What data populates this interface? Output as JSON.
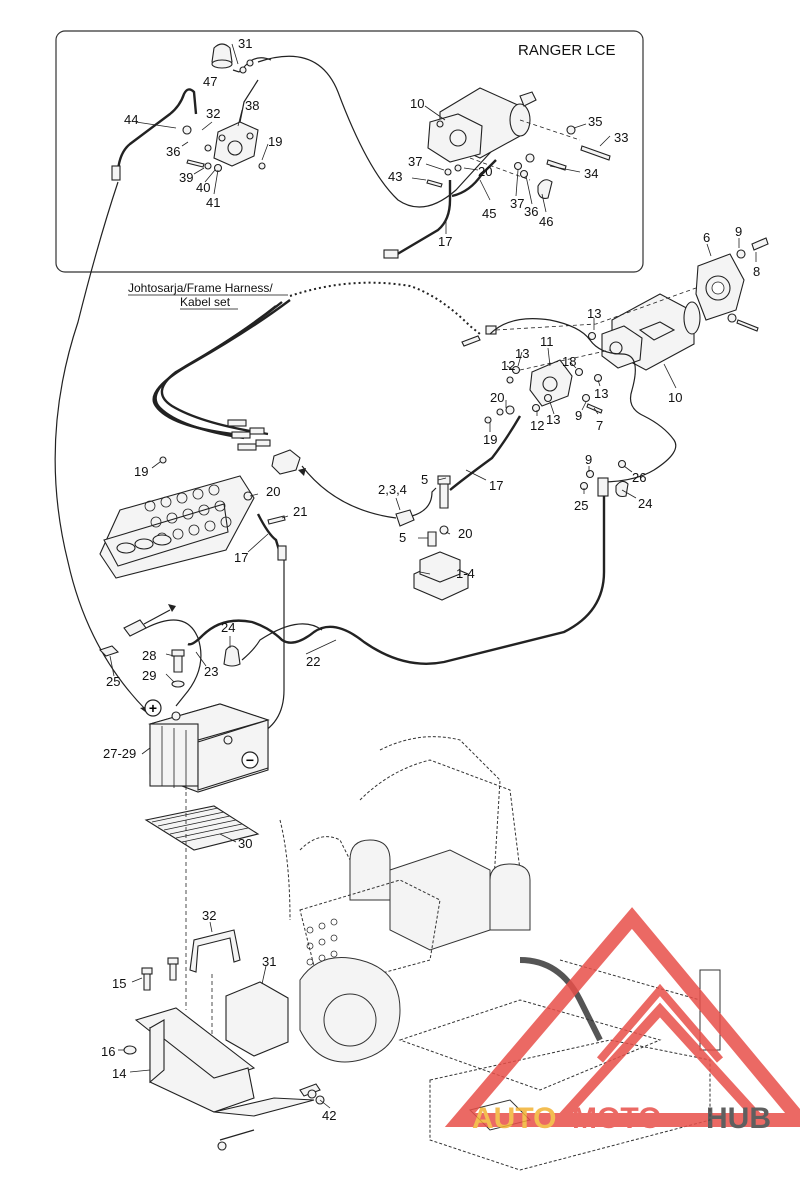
{
  "inset": {
    "title": "RANGER LCE"
  },
  "harness_label": {
    "line1": "Johtosarja/Frame Harness/",
    "line2": "Kabel set"
  },
  "battery_symbols": {
    "plus": "+",
    "minus": "−"
  },
  "watermark": {
    "part1": "AUTO",
    "part2": "MOTO",
    "part3": "HUB",
    "color_red": "#e8504a",
    "color_gold": "#f2b233",
    "color_dark": "#444444"
  },
  "callouts": [
    {
      "id": "c-inset-31",
      "text": "31"
    },
    {
      "id": "c-inset-47",
      "text": "47"
    },
    {
      "id": "c-inset-44",
      "text": "44"
    },
    {
      "id": "c-inset-32",
      "text": "32"
    },
    {
      "id": "c-inset-38",
      "text": "38"
    },
    {
      "id": "c-inset-36a",
      "text": "36"
    },
    {
      "id": "c-inset-19",
      "text": "19"
    },
    {
      "id": "c-inset-39",
      "text": "39"
    },
    {
      "id": "c-inset-40",
      "text": "40"
    },
    {
      "id": "c-inset-41",
      "text": "41"
    },
    {
      "id": "c-inset-10",
      "text": "10"
    },
    {
      "id": "c-inset-35",
      "text": "35"
    },
    {
      "id": "c-inset-33",
      "text": "33"
    },
    {
      "id": "c-inset-37a",
      "text": "37"
    },
    {
      "id": "c-inset-20",
      "text": "20"
    },
    {
      "id": "c-inset-43",
      "text": "43"
    },
    {
      "id": "c-inset-34",
      "text": "34"
    },
    {
      "id": "c-inset-37b",
      "text": "37"
    },
    {
      "id": "c-inset-36b",
      "text": "36"
    },
    {
      "id": "c-inset-45",
      "text": "45"
    },
    {
      "id": "c-inset-46",
      "text": "46"
    },
    {
      "id": "c-inset-17",
      "text": "17"
    },
    {
      "id": "c-6",
      "text": "6"
    },
    {
      "id": "c-9a",
      "text": "9"
    },
    {
      "id": "c-8",
      "text": "8"
    },
    {
      "id": "c-13a",
      "text": "13"
    },
    {
      "id": "c-11",
      "text": "11"
    },
    {
      "id": "c-13b",
      "text": "13"
    },
    {
      "id": "c-12a",
      "text": "12"
    },
    {
      "id": "c-18",
      "text": "18"
    },
    {
      "id": "c-13c",
      "text": "13"
    },
    {
      "id": "c-9b",
      "text": "9"
    },
    {
      "id": "c-7a",
      "text": "7"
    },
    {
      "id": "c-10",
      "text": "10"
    },
    {
      "id": "c-20a",
      "text": "20"
    },
    {
      "id": "c-12b",
      "text": "12"
    },
    {
      "id": "c-13d",
      "text": "13"
    },
    {
      "id": "c-9c",
      "text": "9"
    },
    {
      "id": "c-7b",
      "text": "7"
    },
    {
      "id": "c-19a",
      "text": "19"
    },
    {
      "id": "c-9d",
      "text": "9"
    },
    {
      "id": "c-26",
      "text": "26"
    },
    {
      "id": "c-25a",
      "text": "25"
    },
    {
      "id": "c-24a",
      "text": "24"
    },
    {
      "id": "c-5a",
      "text": "5"
    },
    {
      "id": "c-234",
      "text": "2,3,4"
    },
    {
      "id": "c-17a",
      "text": "17"
    },
    {
      "id": "c-19b",
      "text": "19"
    },
    {
      "id": "c-20b",
      "text": "20"
    },
    {
      "id": "c-21",
      "text": "21"
    },
    {
      "id": "c-17b",
      "text": "17"
    },
    {
      "id": "c-5b",
      "text": "5"
    },
    {
      "id": "c-20c",
      "text": "20"
    },
    {
      "id": "c-14-range",
      "text": "1-4"
    },
    {
      "id": "c-24b",
      "text": "24"
    },
    {
      "id": "c-28",
      "text": "28"
    },
    {
      "id": "c-23",
      "text": "23"
    },
    {
      "id": "c-22",
      "text": "22"
    },
    {
      "id": "c-29",
      "text": "29"
    },
    {
      "id": "c-25b",
      "text": "25"
    },
    {
      "id": "c-2729",
      "text": "27-29"
    },
    {
      "id": "c-30",
      "text": "30"
    },
    {
      "id": "c-32",
      "text": "32"
    },
    {
      "id": "c-31",
      "text": "31"
    },
    {
      "id": "c-15",
      "text": "15"
    },
    {
      "id": "c-16",
      "text": "16"
    },
    {
      "id": "c-14",
      "text": "14"
    },
    {
      "id": "c-42",
      "text": "42"
    }
  ]
}
